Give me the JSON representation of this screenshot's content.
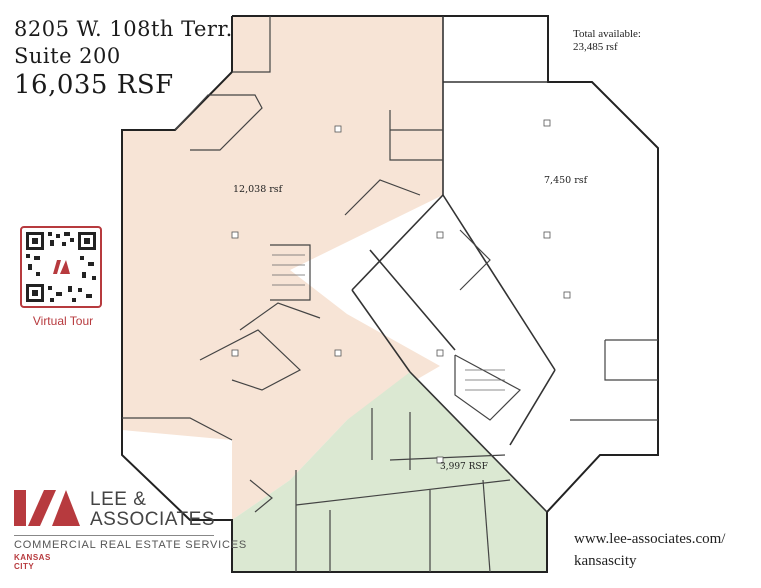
{
  "title": {
    "line1": "8205 W. 108th Terr.",
    "line2": "Suite 200",
    "line3": "16,035 RSF"
  },
  "total": {
    "label": "Total available:",
    "value": "23,485 rsf"
  },
  "spaces": {
    "main": "12,038 rsf",
    "east": "7,450 rsf",
    "south": "3,997 RSF"
  },
  "colors": {
    "main_fill": "#f7e4d6",
    "south_fill": "#dbe8d2",
    "brand_red": "#b73a3e"
  },
  "qr": {
    "caption": "Virtual Tour"
  },
  "brand": {
    "name_line1": "LEE &",
    "name_line2": "ASSOCIATES",
    "tagline": "COMMERCIAL REAL ESTATE SERVICES",
    "city": "KANSAS CITY"
  },
  "website": {
    "line1": "www.lee-associates.com/",
    "line2": "kansascity"
  }
}
